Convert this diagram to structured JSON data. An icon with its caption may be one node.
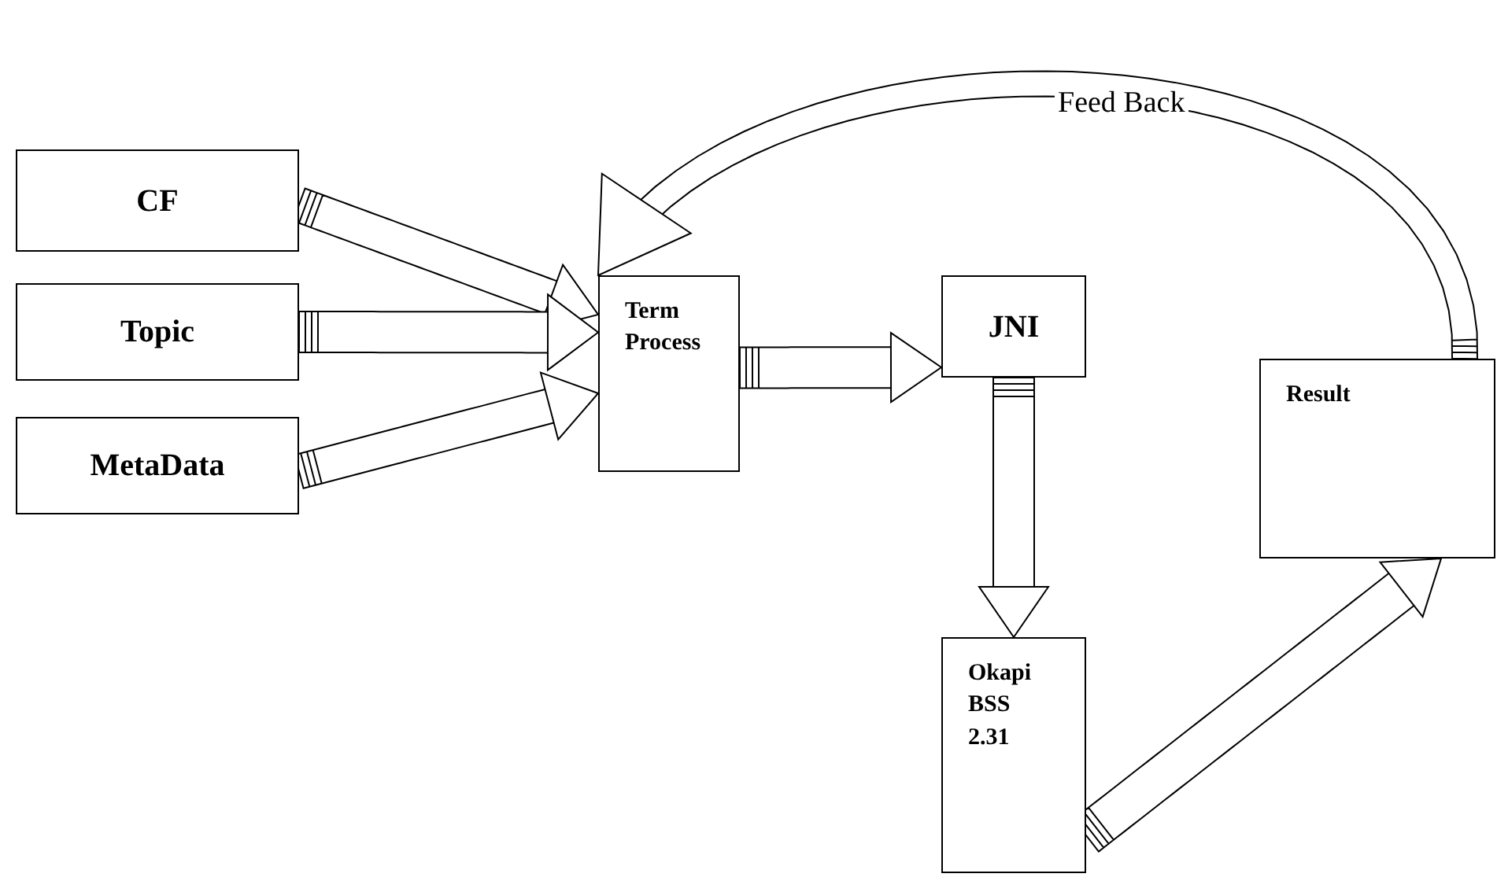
{
  "diagram": {
    "nodes": [
      {
        "text": [
          "CF"
        ]
      },
      {
        "text": [
          "Topic"
        ]
      },
      {
        "text": [
          "MetaData"
        ]
      },
      {
        "text": [
          "Term Process"
        ]
      },
      {
        "text": [
          "JNI"
        ]
      },
      {
        "text": [
          "Okapi BSS 2.31"
        ]
      },
      {
        "text": [
          "Result"
        ]
      }
    ],
    "edges": [
      {
        "from": 0,
        "to": 3,
        "arrow": "to"
      },
      {
        "from": 1,
        "to": 3,
        "arrow": "to"
      },
      {
        "from": 2,
        "to": 3,
        "arrow": "to"
      },
      {
        "from": 3,
        "to": 4,
        "arrow": "to"
      },
      {
        "from": 4,
        "to": 5,
        "arrow": "to"
      },
      {
        "from": 5,
        "to": 6,
        "arrow": "to"
      },
      {
        "from": 6,
        "to": 3,
        "arrow": "to",
        "label": "Feed Back"
      }
    ]
  }
}
